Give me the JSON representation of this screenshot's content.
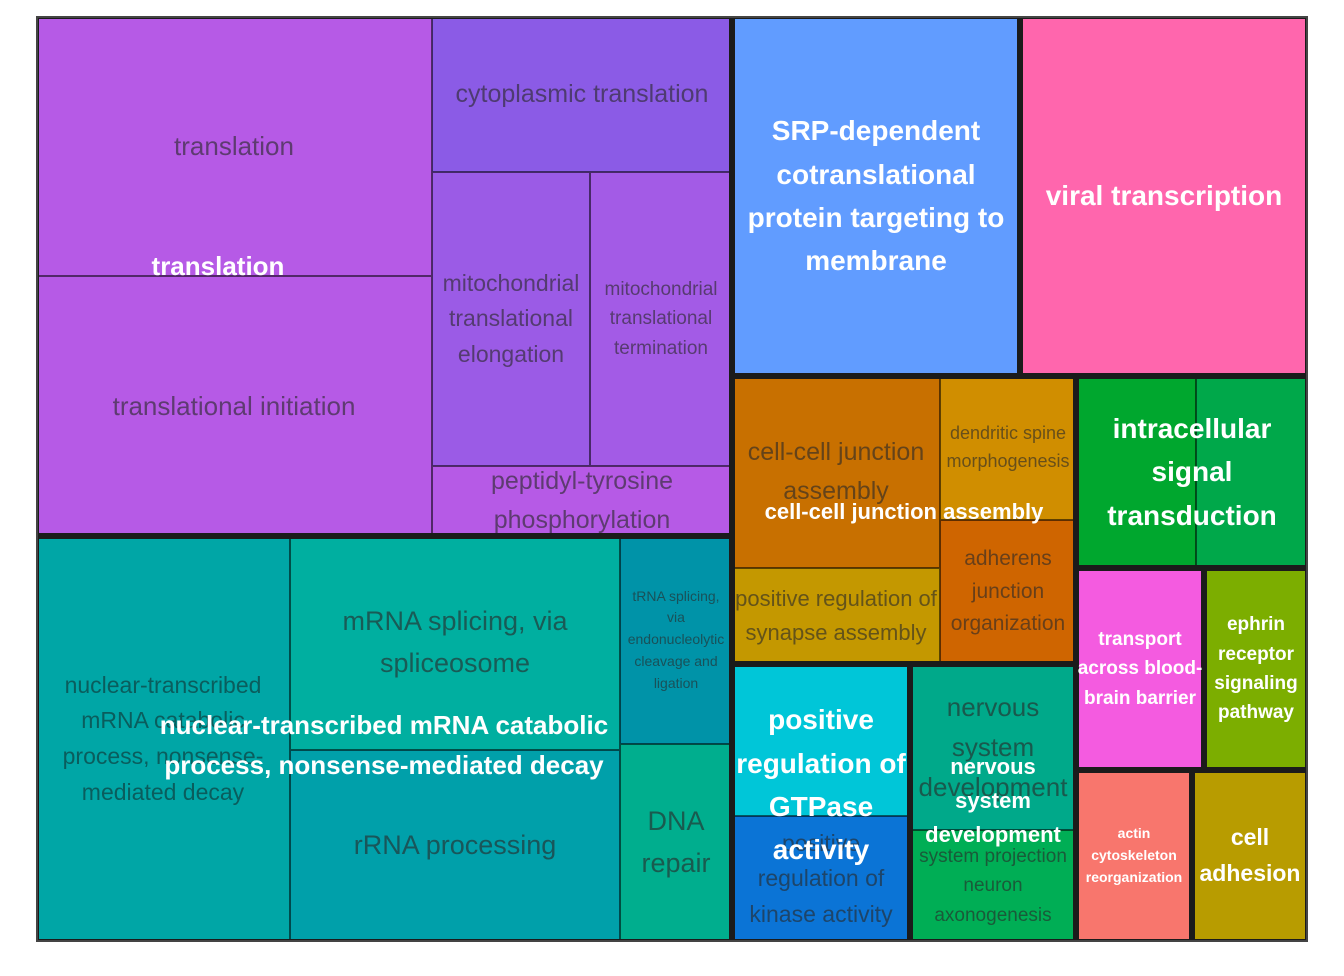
{
  "chart_data": {
    "type": "treemap",
    "groups": [
      {
        "name": "translation",
        "color": "#B65AE6",
        "terms": [
          {
            "label": "translation",
            "color": "#B65AE6"
          },
          {
            "label": "translational initiation",
            "color": "#B65AE6"
          },
          {
            "label": "cytoplasmic translation",
            "color": "#8B5BE6"
          },
          {
            "label": "mitochondrial translational elongation",
            "color": "#9B5BE6"
          },
          {
            "label": "mitochondrial translational termination",
            "color": "#A35BE6"
          },
          {
            "label": "peptidyl-tyrosine phosphorylation",
            "color": "#B65AE6"
          }
        ]
      },
      {
        "name": "nuclear-transcribed mRNA catabolic process, nonsense-mediated decay",
        "color": "#00A6A6",
        "terms": [
          {
            "label": "nuclear-transcribed mRNA catabolic process, nonsense-mediated decay",
            "color": "#00A6A6"
          },
          {
            "label": "mRNA splicing, via spliceosome",
            "color": "#00AFA0"
          },
          {
            "label": "rRNA processing",
            "color": "#00A0AA"
          },
          {
            "label": "tRNA splicing, via endonucleolytic cleavage and ligation",
            "color": "#0093A8"
          },
          {
            "label": "DNA repair",
            "color": "#00AE8E"
          }
        ]
      },
      {
        "name": "SRP-dependent cotranslational protein targeting to membrane",
        "color": "#619CFF",
        "terms": [
          {
            "label": "SRP-dependent cotranslational protein targeting to membrane",
            "color": "#619CFF"
          }
        ]
      },
      {
        "name": "viral transcription",
        "color": "#FF66AD",
        "terms": [
          {
            "label": "viral transcription",
            "color": "#FF66AD"
          }
        ]
      },
      {
        "name": "cell-cell junction assembly",
        "color": "#C87000",
        "terms": [
          {
            "label": "cell-cell junction assembly",
            "color": "#C87000"
          },
          {
            "label": "dendritic spine morphogenesis",
            "color": "#D08E00"
          },
          {
            "label": "positive regulation of synapse assembly",
            "color": "#C49800"
          },
          {
            "label": "adherens junction organization",
            "color": "#CF6500"
          }
        ]
      },
      {
        "name": "intracellular signal transduction",
        "color": "#00A72E",
        "terms": [
          {
            "label": "",
            "color": "#00A72E"
          },
          {
            "label": "",
            "color": "#00A84A"
          }
        ]
      },
      {
        "name": "positive regulation of GTPase activity",
        "color": "#00C6D8",
        "terms": [
          {
            "label": "",
            "color": "#00C6D8"
          },
          {
            "label": "positive regulation of kinase activity",
            "color": "#0B74D6"
          }
        ]
      },
      {
        "name": "nervous system development",
        "color": "#00A98A",
        "terms": [
          {
            "label": "nervous system development",
            "color": "#00A98A"
          },
          {
            "label": "system projection neuron axonogenesis",
            "color": "#00AE55"
          }
        ]
      },
      {
        "name": "transport across blood-brain barrier",
        "color": "#F45BE0",
        "terms": [
          {
            "label": "",
            "color": "#F45BE0"
          }
        ]
      },
      {
        "name": "ephrin receptor signaling pathway",
        "color": "#7CAE00",
        "terms": [
          {
            "label": "",
            "color": "#7CAE00"
          }
        ]
      },
      {
        "name": "actin cytoskeleton reorganization",
        "color": "#F8766D",
        "terms": [
          {
            "label": "",
            "color": "#F8766D"
          }
        ]
      },
      {
        "name": "cell adhesion",
        "color": "#B89C00",
        "terms": [
          {
            "label": "",
            "color": "#B89C00"
          }
        ]
      }
    ]
  }
}
